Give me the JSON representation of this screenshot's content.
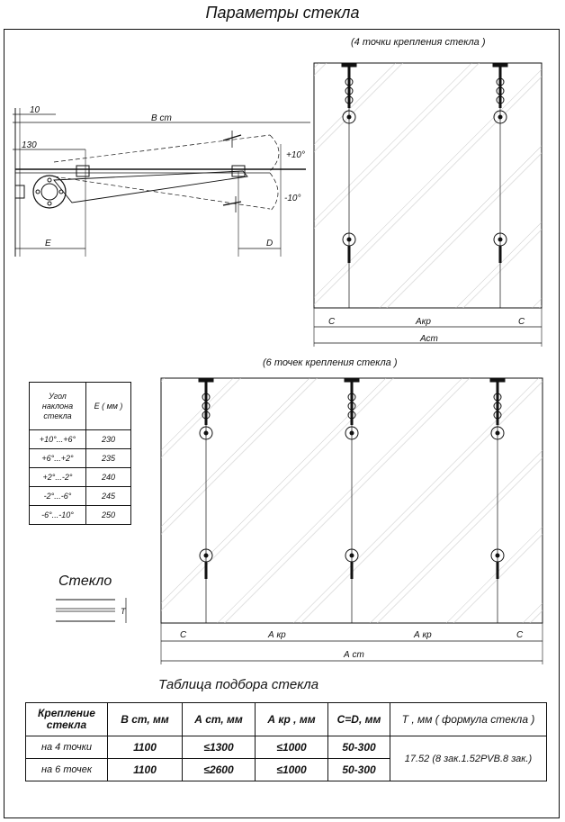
{
  "title": "Параметры стекла",
  "diagram": {
    "top_caption": "(4 точки крепления стекла )",
    "mid_caption": "(6 точек крепления стекла )",
    "section_caption": "Стекло",
    "side_labels": {
      "dim_10": "10",
      "dim_b": "B ст",
      "dim_130": "130",
      "dim_e": "E",
      "dim_d": "D",
      "angle_plus": "+10°",
      "angle_minus": "-10°"
    },
    "four_point_dims": {
      "c_left": "C",
      "a_kr": "Акр",
      "c_right": "C",
      "a_st": "Аст"
    },
    "six_point_dims": {
      "c_left": "C",
      "a_kr_1": "А кр",
      "a_kr_2": "А кр",
      "c_right": "C",
      "a_st": "А ст"
    },
    "glass_t": "T"
  },
  "angle_table": {
    "header_angle": [
      "Угол",
      "наклона",
      "стекла"
    ],
    "header_e": "E ( мм )",
    "rows": [
      {
        "angle": "+10°...+6°",
        "e": "230"
      },
      {
        "angle": "+6°...+2°",
        "e": "235"
      },
      {
        "angle": "+2°...-2°",
        "e": "240"
      },
      {
        "angle": "-2°...-6°",
        "e": "245"
      },
      {
        "angle": "-6°...-10°",
        "e": "250"
      }
    ]
  },
  "selection_table": {
    "title": "Таблица подбора стекла",
    "headers": {
      "mount": [
        "Крепление",
        "стекла"
      ],
      "b_st": "В ст, мм",
      "a_st": "А ст, мм",
      "a_kr": "А кр , мм",
      "cd": "С=D, мм",
      "t": "Т , мм ( формула стекла )"
    },
    "rows": [
      {
        "mount": "на 4 точки",
        "b_st": "1100",
        "a_st": "≤1300",
        "a_kr": "≤1000",
        "cd": "50-300"
      },
      {
        "mount": "на 6 точек",
        "b_st": "1100",
        "a_st": "≤2600",
        "a_kr": "≤1000",
        "cd": "50-300"
      }
    ],
    "formula": "17.52 (8 зак.1.52PVB.8 зак.)"
  }
}
